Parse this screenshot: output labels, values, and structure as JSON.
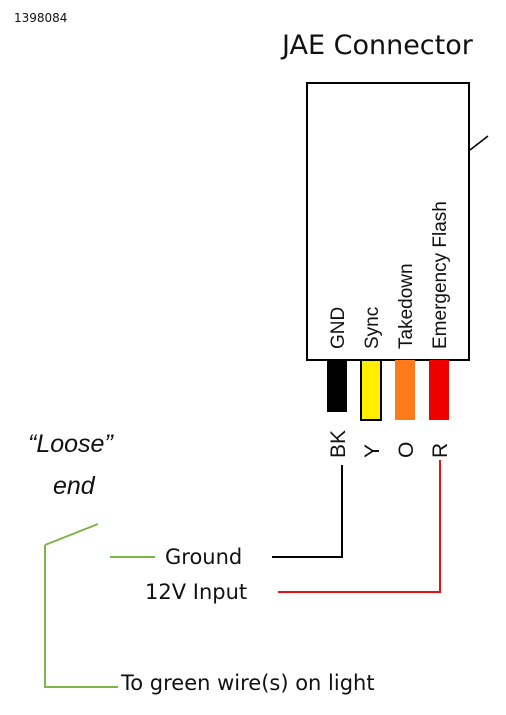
{
  "diagram_id": "1398084",
  "title": "JAE Connector",
  "pins": [
    {
      "label": "GND",
      "code": "BK",
      "color": "#000000"
    },
    {
      "label": "Sync",
      "code": "Y",
      "color": "#ffee00"
    },
    {
      "label": "Takedown",
      "code": "O",
      "color": "#ff7a1a"
    },
    {
      "label": "Emergency Flash",
      "code": "R",
      "color": "#ee0000"
    }
  ],
  "loose_end": {
    "line1": "“Loose”",
    "line2": "end"
  },
  "wires": {
    "ground": "Ground",
    "input": "12V Input",
    "green": "To green wire(s) on light"
  },
  "colors": {
    "ground_wire": "#000000",
    "input_wire": "#ee1111",
    "green_wire": "#7ab648",
    "outline": "#000000"
  }
}
